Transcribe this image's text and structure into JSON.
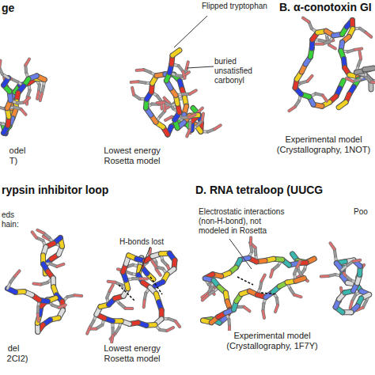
{
  "diagram": {
    "labels": [
      "ge",
      "Flipped tryptophan",
      "buried unsatisfied carbonyl",
      "odel",
      "T)",
      "Lowest energy Rosetta model",
      "B. α-conotoxin GI",
      "Experimental model (Crystallography, 1NOT)",
      "rypsin inhibitor loop",
      "eds",
      "hain:",
      "H-bonds lost",
      "del",
      "2CI2)",
      "Lowest energy Rosetta model",
      "D. RNA tetraloop (UUCG",
      "Electrostatic interactions (non-H-bond), not modeled in Rosetta",
      "Experimental model (Crystallography, 1F7Y)",
      "Poo"
    ]
  }
}
